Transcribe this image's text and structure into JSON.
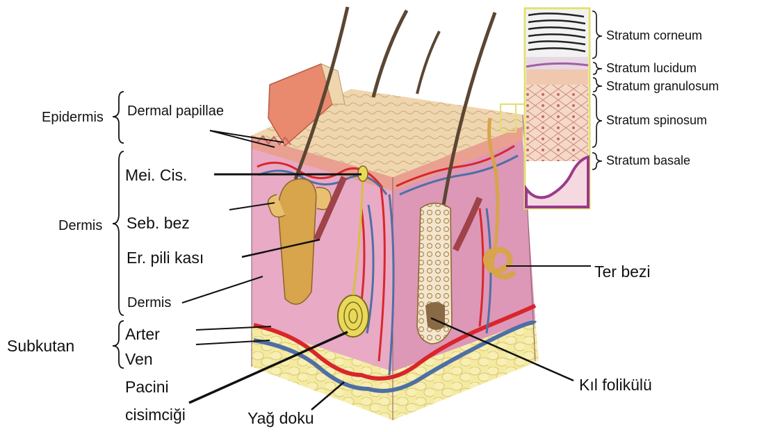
{
  "labels": {
    "epidermis": "Epidermis",
    "dermal_papillae": "Dermal papillae",
    "dermis_group": "Dermis",
    "mei_cis": "Mei. Cis.",
    "seb_bez": "Seb. bez",
    "er_pili": "Er. pili kası",
    "dermis_layer": "Dermis",
    "subkutan": "Subkutan",
    "arter": "Arter",
    "ven": "Ven",
    "pacini_1": "Pacini",
    "pacini_2": "cisimciği",
    "yag_doku": "Yağ doku",
    "ter_bezi": "Ter bezi",
    "kil_folikulu": "Kıl folikülü"
  },
  "inset_labels": {
    "corneum": "Stratum corneum",
    "lucidum": "Stratum lucidum",
    "granulosum": "Stratum granulosum",
    "spinosum": "Stratum spinosum",
    "basale": "Stratum basale"
  },
  "colors": {
    "dermis": "#e8aac4",
    "dermis_side": "#dc98b6",
    "epidermis_top": "#efd6ae",
    "epidermis_layer": "#e9a090",
    "fat": "#f2e79a",
    "artery": "#d8262c",
    "vein": "#4e6fa6",
    "hair": "#5b4632",
    "follicle": "#d8a44c",
    "inset_border": "#e0e070"
  }
}
